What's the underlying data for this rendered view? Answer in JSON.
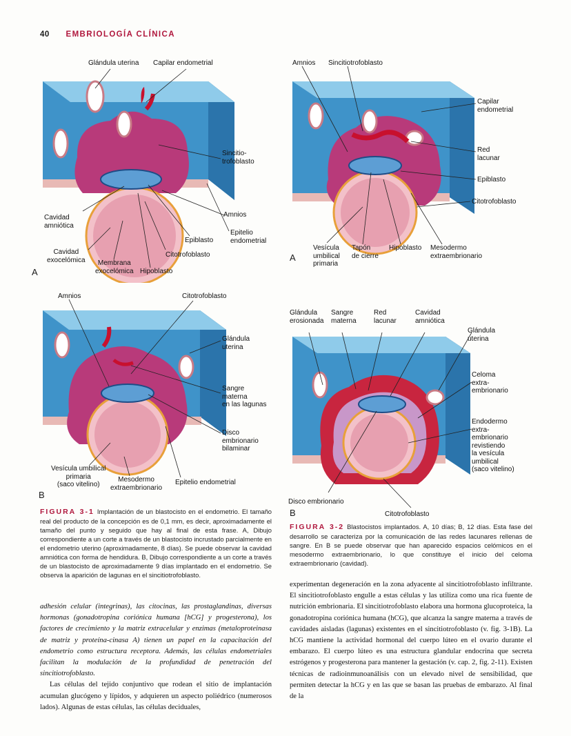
{
  "header": {
    "page_number": "40",
    "title": "EMBRIOLOGÍA CLÍNICA"
  },
  "figures": {
    "fig31a": {
      "panel": "A",
      "labels": {
        "glandula_uterina": "Glándula uterina",
        "capilar_endometrial": "Capilar endometrial",
        "sincitio": "Sincitio-\ntrofoblasto",
        "cavidad_amniotica": "Cavidad\namniótica",
        "amnios": "Amnios",
        "epitelio": "Epitelio\nendometrial",
        "epiblasto": "Epiblasto",
        "citotrofoblasto": "Citotrofoblasto",
        "cavidad_exocelomica": "Cavidad\nexocelómica",
        "membrana": "Membrana\nexocelómica",
        "hipoblasto": "Hipoblasto"
      }
    },
    "fig32a": {
      "panel": "A",
      "labels": {
        "amnios": "Amnios",
        "sincitio": "Sincitiotrofoblasto",
        "capilar": "Capilar\nendometrial",
        "red_lacunar": "Red\nlacunar",
        "epiblasto": "Epiblasto",
        "citotrofoblasto": "Citotrofoblasto",
        "vesicula": "Vesícula\numbilical\nprimaria",
        "tapon": "Tapón\nde cierre",
        "hipoblasto": "Hipoblasto",
        "mesodermo": "Mesodermo\nextraembrionario"
      }
    },
    "fig31b": {
      "panel": "B",
      "labels": {
        "amnios": "Amnios",
        "citotrofoblasto": "Citotrofoblasto",
        "glandula": "Glándula\nuterina",
        "sangre": "Sangre\nmaterna\nen las lagunas",
        "disco": "Disco\nembrionario\nbilaminar",
        "vesicula": "Vesícula umbilical\nprimaria\n(saco vitelino)",
        "mesodermo": "Mesodermo\nextraembrionario",
        "epitelio": "Epitelio endometrial"
      }
    },
    "fig32b": {
      "panel": "B",
      "labels": {
        "glandula_erosionada": "Glándula\nerosionada",
        "sangre_materna": "Sangre\nmaterna",
        "red_lacunar": "Red\nlacunar",
        "cavidad_amniotica": "Cavidad\namniótica",
        "glandula_uterina": "Glándula\nuterina",
        "celoma": "Celoma\nextra-\nembrionario",
        "endodermo": "Endodermo\nextra-\nembrionario\nrevistiendo\nla vesícula\numbilical\n(saco vitelino)",
        "disco": "Disco embrionario",
        "citotrofoblasto": "Citotrofoblasto"
      }
    }
  },
  "captions": {
    "fig31": {
      "label": "FIGURA 3-1",
      "text": "Implantación de un blastocisto en el endometrio. El tamaño real del producto de la concepción es de 0,1 mm, es decir, aproximadamente el tamaño del punto y seguido que hay al final de esta frase. A, Dibujo correspondiente a un corte a través de un blastocisto incrustado parcialmente en el endometrio uterino (aproximadamente, 8 días). Se puede observar la cavidad amniótica con forma de hendidura. B, Dibujo correspondiente a un corte a través de un blastocisto de aproximadamente 9 días implantado en el endometrio. Se observa la aparición de lagunas en el sincitiotrofoblasto."
    },
    "fig32": {
      "label": "FIGURA 3-2",
      "text": "Blastocistos implantados. A, 10 días; B, 12 días. Esta fase del desarrollo se caracteriza por la comunicación de las redes lacunares rellenas de sangre. En B se puede observar que han aparecido espacios celómicos en el mesodermo extraembrionario, lo que constituye el inicio del celoma extraembrionario (cavidad)."
    }
  },
  "body_left": {
    "p1": "adhesión celular (integrinas), las citocinas, las prostaglandinas, diversas hormonas (gonadotropina coriónica humana [hCG] y progesterona), los factores de crecimiento y la matriz extracelular y enzimas (metaloproteinasa de matriz y proteína-cinasa A) tienen un papel en la capacitación del endometrio como estructura receptora. Además, las células endometriales facilitan la modulación de la profundidad de penetración del sincitiotrofoblasto.",
    "p2": "Las células del tejido conjuntivo que rodean el sitio de implantación acumulan glucógeno y lípidos, y adquieren un aspecto poliédrico (numerosos lados). Algunas de estas células, las células deciduales,"
  },
  "body_right": {
    "p1": "experimentan degeneración en la zona adyacente al sincitiotrofoblasto infiltrante. El sincitiotrofoblasto engulle a estas células y las utiliza como una rica fuente de nutrición embrionaria. El sincitiotrofoblasto elabora una hormona glucoproteica, la gonadotropina coriónica humana (hCG), que alcanza la sangre materna a través de cavidades aisladas (lagunas) existentes en el sincitiotrofoblasto (v. fig. 3-1B). La hCG mantiene la actividad hormonal del cuerpo lúteo en el ovario durante el embarazo. El cuerpo lúteo es una estructura glandular endocrina que secreta estrógenos y progesterona para mantener la gestación (v. cap. 2, fig. 2-11). Existen técnicas de radioinmunoanálisis con un elevado nivel de sensibilidad, que permiten detectar la hCG y en las que se basan las pruebas de embarazo. Al final de la"
  },
  "colors": {
    "accent": "#b0173d",
    "endometrium": "#4aa6d6",
    "trophoblast": "#b83a7a",
    "blood": "#c8102e",
    "yolk": "#f2a6b4"
  }
}
